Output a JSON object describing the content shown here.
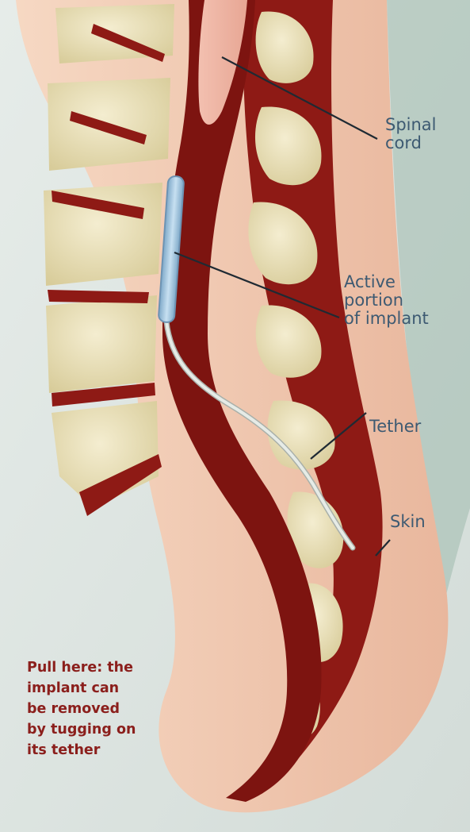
{
  "labels": {
    "spinal_cord": "Spinal\ncord",
    "active_portion": "Active\nportion\nof implant",
    "tether": "Tether",
    "skin": "Skin"
  },
  "caption": "Pull here: the\nimplant can\nbe removed\nby tugging on\nits tether",
  "colors": {
    "background": "#dfe6e4",
    "skin": "#f0c7ae",
    "tissue_red": "#8e1a15",
    "vertebra": "#e9e0b8",
    "implant": "#9cc0dd",
    "tether": "#d8ddd8",
    "label_text": "#3d5a72",
    "caption_text": "#8b1f1c"
  }
}
